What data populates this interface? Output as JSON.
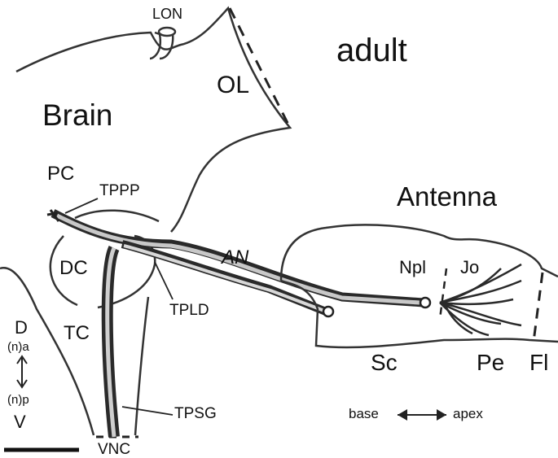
{
  "title": "adult",
  "regions": {
    "brain": "Brain",
    "antenna": "Antenna",
    "optic_lobe": "OL",
    "lon": "LON",
    "pc": "PC",
    "dc": "DC",
    "tc": "TC",
    "vnc": "VNC",
    "an": "AN",
    "npl": "Npl",
    "jo": "Jo",
    "sc": "Sc",
    "pe": "Pe",
    "fl": "Fl"
  },
  "tracts": {
    "tppp": "TPPP",
    "tpld": "TPLD",
    "tpsg": "TPSG"
  },
  "axis": {
    "dorsal": "D",
    "anterior": "(n)a",
    "posterior": "(n)p",
    "ventral": "V"
  },
  "direction": {
    "base": "base",
    "apex": "apex"
  },
  "colors": {
    "line": "#222222",
    "nerve_dark": "#2a2a2a",
    "nerve_light": "#bdbdbd"
  }
}
